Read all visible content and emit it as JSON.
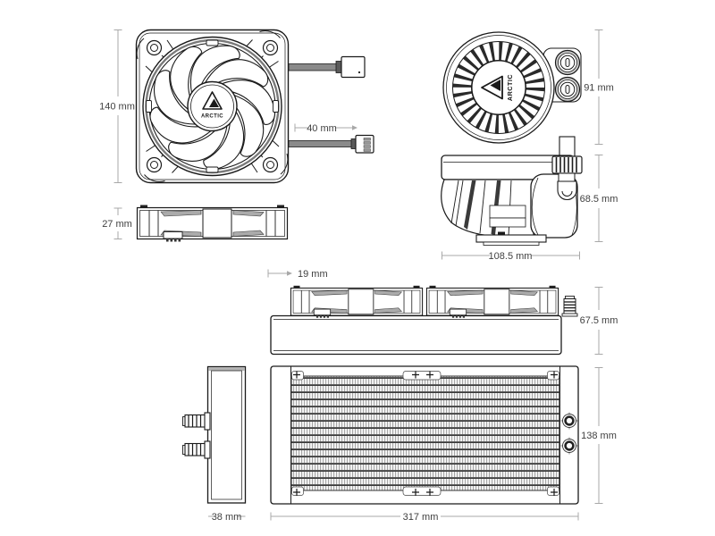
{
  "brand": {
    "logo_text": "ARCTIC"
  },
  "dims": {
    "fan_front_height": "140 mm",
    "fan_cable_length": "40 mm",
    "fan_thickness": "27 mm",
    "pump_top_width": "91 mm",
    "pump_height": "68.5 mm",
    "pump_width": "108.5 mm",
    "fan_offset": "19 mm",
    "assembly_height": "67.5 mm",
    "end_tank_width": "38 mm",
    "radiator_length": "317 mm",
    "radiator_height": "138 mm"
  },
  "colors": {
    "line": "#1a1a1a",
    "dimension_line": "#a8a8a8",
    "dimension_text": "#3f3f3f",
    "cable_fill": "#8a8a8a",
    "fin_fill": "#a6a6a6",
    "background": "#ffffff"
  }
}
